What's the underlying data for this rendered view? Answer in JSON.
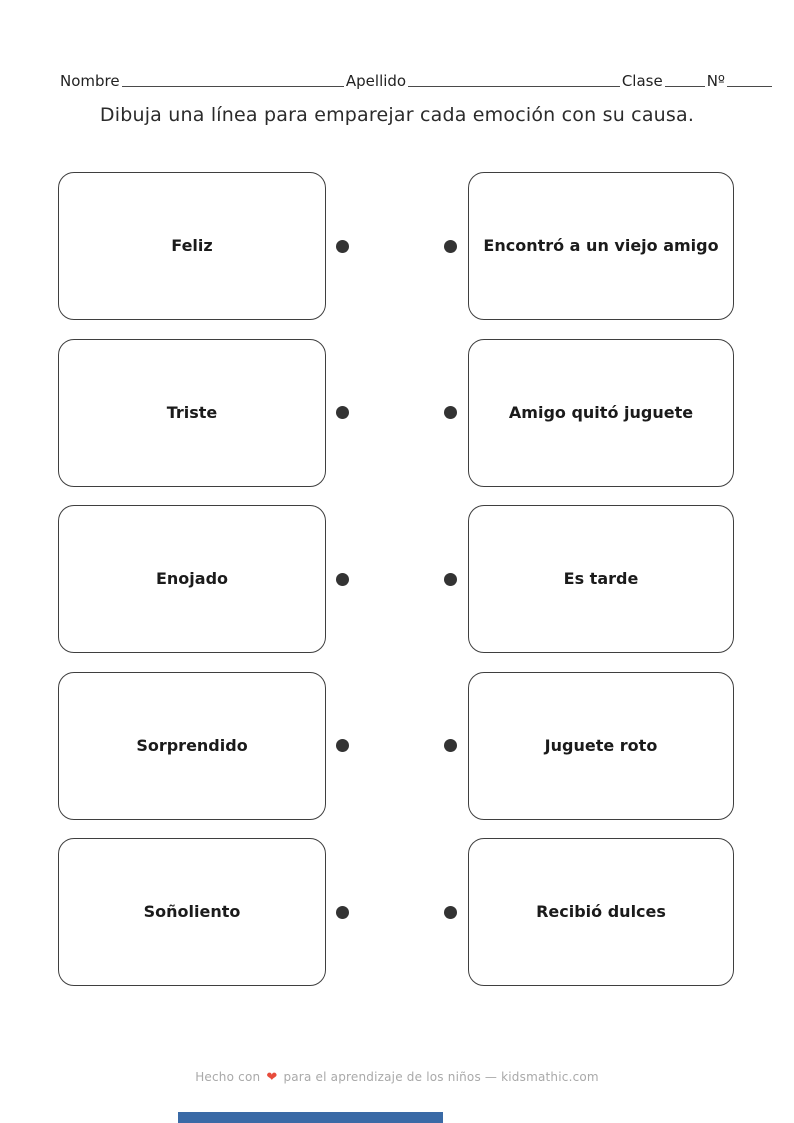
{
  "header_fields": [
    {
      "label": "Nombre"
    },
    {
      "label": "Apellido"
    },
    {
      "label": "Clase"
    },
    {
      "label": "Nº"
    }
  ],
  "instruction": "Dibuja una línea para emparejar cada emoción con su causa.",
  "matching": {
    "rows": [
      {
        "left": "Feliz",
        "right": "Encontró a un viejo amigo"
      },
      {
        "left": "Triste",
        "right": "Amigo quitó juguete"
      },
      {
        "left": "Enojado",
        "right": "Es tarde"
      },
      {
        "left": "Sorprendido",
        "right": "Juguete roto"
      },
      {
        "left": "Soñoliento",
        "right": "Recibió dulces"
      }
    ]
  },
  "footer": {
    "prefix": "Hecho con",
    "heart_icon": "❤",
    "suffix": "para el aprendizaje de los niños — kidsmathic.com"
  },
  "colors": {
    "card_border": "#3f3f3f",
    "dot": "#333333",
    "heart": "#e74c3c",
    "footer_text": "#a9a9a9",
    "bottom_bar": "#3a6aa6"
  }
}
